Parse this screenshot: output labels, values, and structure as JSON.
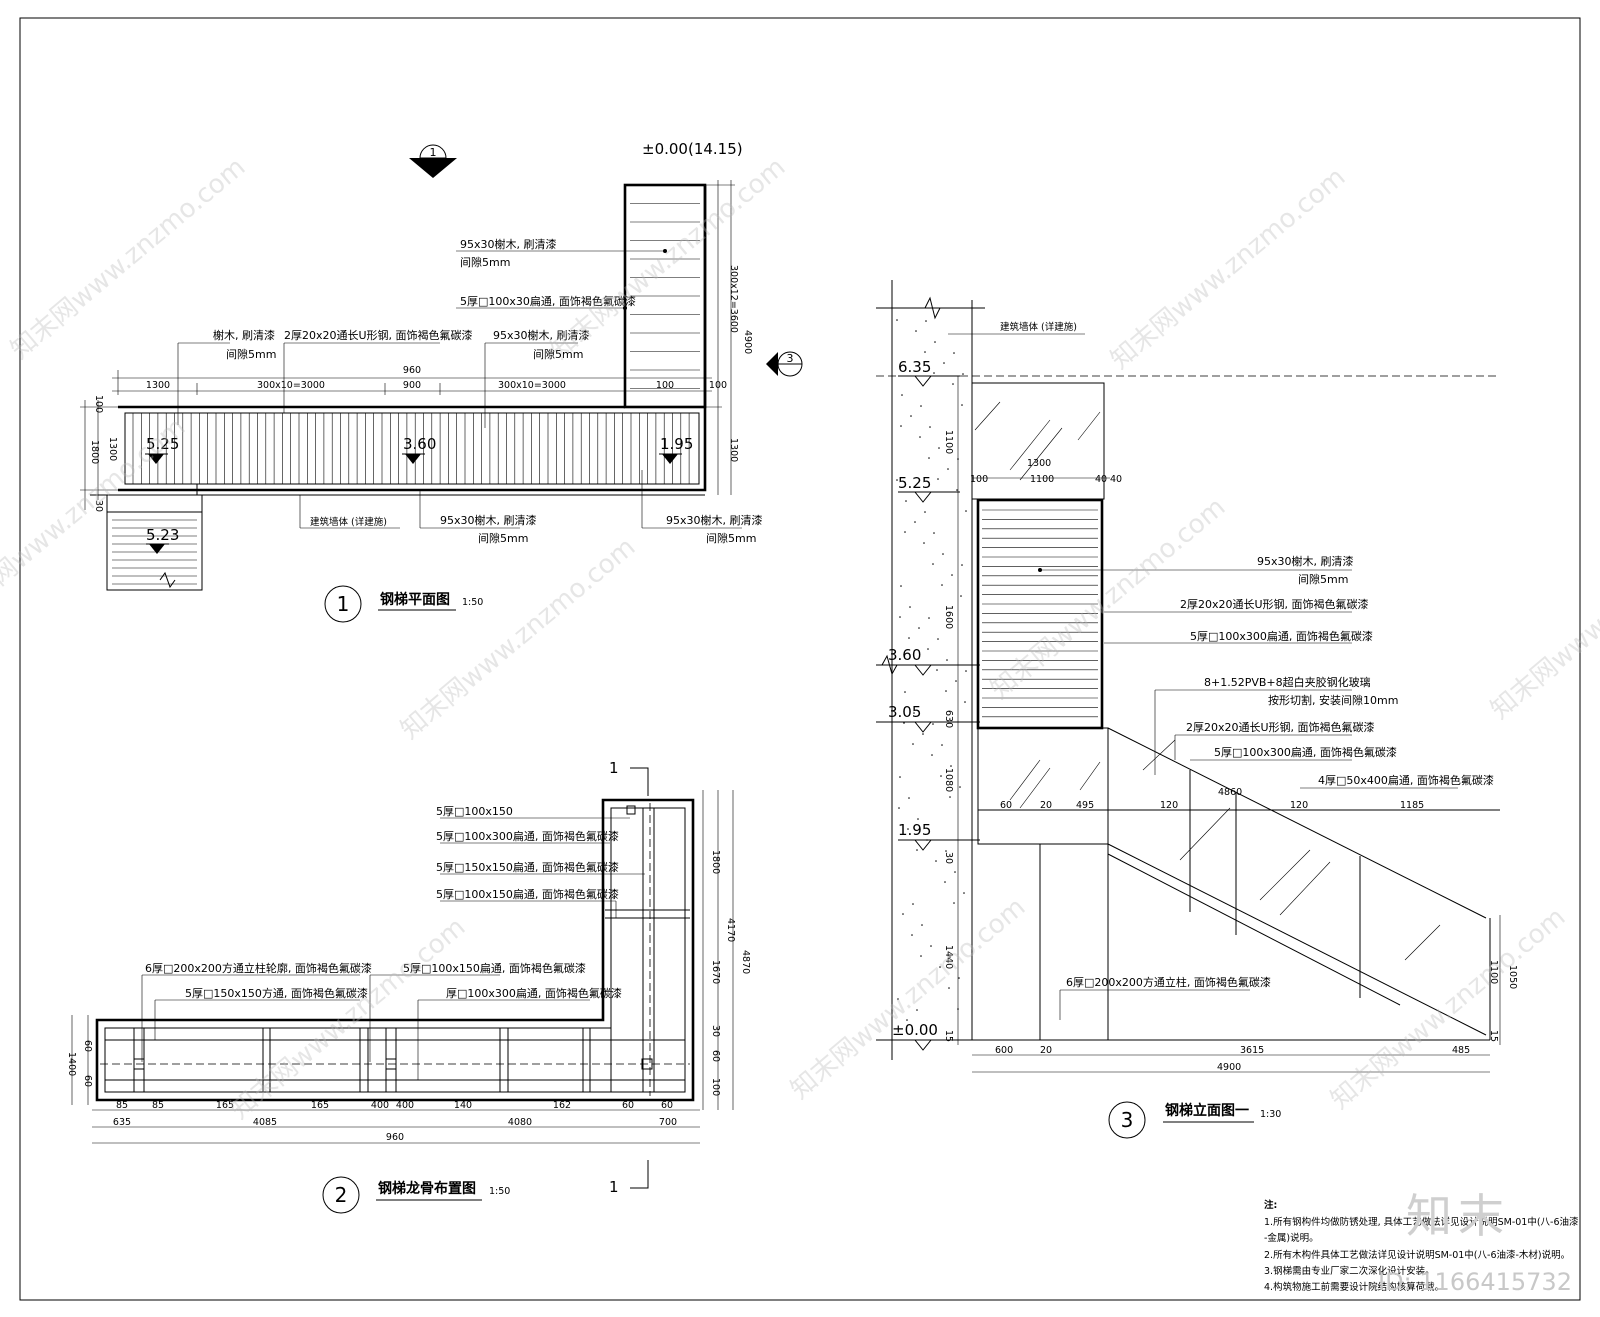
{
  "plan": {
    "title": "钢梯平面图",
    "scale": "1:50",
    "num": "1",
    "top_elev": "±0.00(14.15)",
    "section_mark": "1",
    "sect3_mark": "3",
    "elev_a": "5.25",
    "elev_b": "3.60",
    "elev_c": "1.95",
    "elev_d": "5.23",
    "dims_top": [
      "1300",
      "300x10=3000",
      "900",
      "300x10=3000",
      "100",
      "100"
    ],
    "dim_total": "960",
    "dims_left": [
      "100",
      "1300",
      "1800",
      "30"
    ],
    "dims_right": [
      "300x12=3600",
      "4900",
      "1300"
    ],
    "labels": [
      "95x30榭木, 刷清漆",
      "间隙5mm",
      "5厚□100x30扁通, 面饰褐色氟碳漆",
      "榭木, 刷清漆",
      "间隙5mm",
      "2厚20x20通长U形钢, 面饰褐色氟碳漆",
      "95x30榭木, 刷清漆",
      "间隙5mm",
      "建筑墙体 (详建施)",
      "95x30榭木, 刷清漆",
      "间隙5mm",
      "95x30榭木, 刷清漆",
      "间隙5mm"
    ]
  },
  "keel": {
    "title": "钢梯龙骨布置图",
    "scale": "1:50",
    "num": "2",
    "cut_mark": "1",
    "labels": [
      "5厚□100x150",
      "5厚□100x300扁通, 面饰褐色氟碳漆",
      "5厚□150x150扁通, 面饰褐色氟碳漆",
      "5厚□100x150扁通, 面饰褐色氟碳漆",
      "6厚□200x200方通立柱轮廓, 面饰褐色氟碳漆",
      "5厚□100x150扁通, 面饰褐色氟碳漆",
      "5厚□150x150方通, 面饰褐色氟碳漆",
      "厚□100x300扁通, 面饰褐色氟碳漆"
    ],
    "dims_bottom1": [
      "85",
      "85",
      "165",
      "165",
      "400",
      "400",
      "140",
      "162",
      "60",
      "60"
    ],
    "dims_bottom2": [
      "635",
      "4085",
      "4080",
      "700"
    ],
    "dim_total": "960",
    "dims_right": [
      "1800",
      "1670",
      "4170",
      "4870",
      "30",
      "60",
      "100"
    ],
    "dims_left": [
      "60",
      "1400",
      "60"
    ]
  },
  "elev": {
    "title": "钢梯立面图一",
    "scale": "1:30",
    "num": "3",
    "wall": "建筑墙体 (详建施)",
    "levels": [
      "6.35",
      "5.25",
      "3.60",
      "3.05",
      "1.95",
      "±0.00"
    ],
    "labels": [
      "95x30榭木, 刷清漆",
      "间隙5mm",
      "2厚20x20通长U形钢, 面饰褐色氟碳漆",
      "5厚□100x300扁通, 面饰褐色氟碳漆",
      "8+1.52PVB+8超白夹胶钢化玻璃",
      "按形切割, 安装间隙10mm",
      "2厚20x20通长U形钢, 面饰褐色氟碳漆",
      "5厚□100x300扁通, 面饰褐色氟碳漆",
      "4厚□50x400扁通, 面饰褐色氟碳漆",
      "6厚□200x200方通立柱, 面饰褐色氟碳漆"
    ],
    "dims_top": [
      "1300",
      "100",
      "1100",
      "40",
      "40"
    ],
    "dims_mid": [
      "60",
      "20",
      "495",
      "120",
      "4860",
      "120",
      "1185"
    ],
    "dims_bottom1": [
      "600",
      "20",
      "3615",
      "485"
    ],
    "dims_bottom2": "4900",
    "dims_left": [
      "1100",
      "1600",
      "630",
      "1080",
      "30",
      "1440",
      "15"
    ],
    "dims_right": [
      "1100",
      "1050",
      "15"
    ]
  },
  "notes": {
    "title": "注:",
    "lines": [
      "1.所有钢构件均做防锈处理, 具体工艺做法详见设计说明SM-01中(八-6油漆",
      "-金属)说明。",
      "2.所有木构件具体工艺做法详见设计说明SM-01中(八-6油漆-木材)说明。",
      "3.钢梯需由专业厂家二次深化设计安装。",
      "4.构筑物施工前需要设计院结构核算荷载。"
    ]
  },
  "watermark": {
    "text": "知末网www.znzmo.com",
    "brand": "知末",
    "id": "ID: 1166415732"
  }
}
